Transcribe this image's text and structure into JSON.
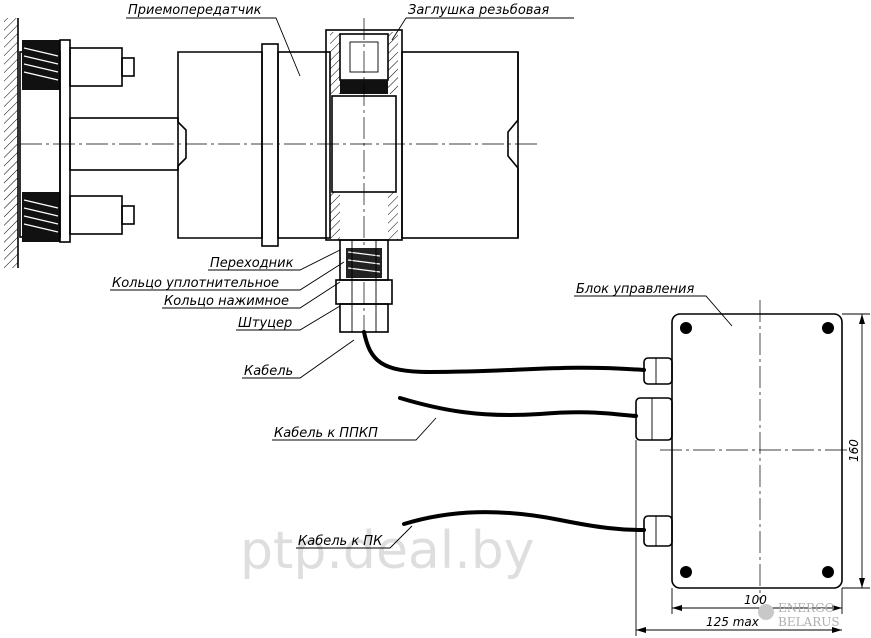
{
  "labels": {
    "transceiver": "Приемопередатчик",
    "threaded_plug": "Заглушка резьбовая",
    "adapter": "Переходник",
    "sealing_ring": "Кольцо уплотнительное",
    "pressure_ring": "Кольцо нажимное",
    "fitting": "Штуцер",
    "cable": "Кабель",
    "control_unit": "Блок управления",
    "cable_ppkp": "Кабель к ППКП",
    "cable_pc": "Кабель к ПК"
  },
  "dimensions": {
    "height": "160",
    "width_inner": "100",
    "width_max": "125 max"
  },
  "watermark": "ptp.deal.by",
  "logo": {
    "line1": "ENERGO",
    "line2": "BELARUS"
  }
}
